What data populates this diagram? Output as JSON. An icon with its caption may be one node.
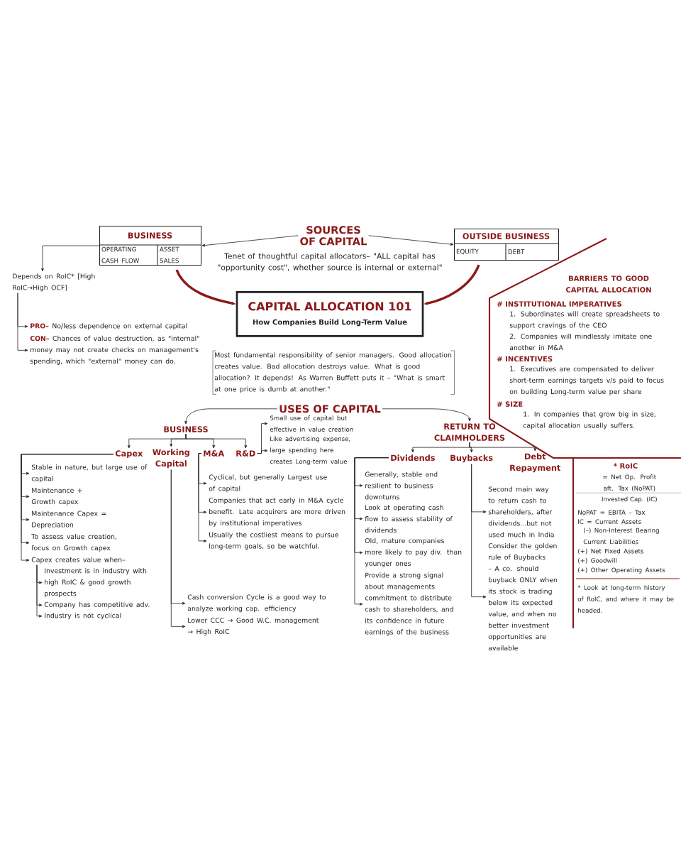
{
  "diagram": {
    "nodes": [
      {
        "text": [
          "SOURCES OF CAPITAL"
        ]
      },
      {
        "text": [
          "BUSINESS",
          "OPERATING CASH FLOW",
          "ASSET SALES"
        ]
      },
      {
        "text": [
          "OUTSIDE BUSINESS",
          "EQUITY",
          "DEBT"
        ]
      },
      {
        "text": [
          "CAPITAL ALLOCATION 101",
          "How Companies Build Long-Term Value"
        ]
      },
      {
        "text": [
          "Depends on RoIC* [High RoIC→High OCF]"
        ]
      },
      {
        "text": [
          "PRO–",
          "No/less dependence on external capital"
        ]
      },
      {
        "text": [
          "CON–",
          "Chances of value destruction, as \"internal\" money may not create checks on management's spending, which \"external\" money can do."
        ]
      },
      {
        "text": [
          "USES OF CAPITAL"
        ]
      },
      {
        "text": [
          "BUSINESS"
        ]
      },
      {
        "text": [
          "RETURN TO CLAIMHOLDERS"
        ]
      },
      {
        "text": [
          "Capex"
        ]
      },
      {
        "text": [
          "Working Capital"
        ]
      },
      {
        "text": [
          "M&A"
        ]
      },
      {
        "text": [
          "R&D"
        ]
      },
      {
        "text": [
          "Small use of capital but effective in value creation"
        ]
      },
      {
        "text": [
          "Like advertising expense, large spending here creates Long-term value"
        ]
      },
      {
        "text": [
          "Stable in nature, but large use of capital"
        ]
      },
      {
        "text": [
          "Maintenance + Growth capex"
        ]
      },
      {
        "text": [
          "Maintenance Capex ≃ Depreciation"
        ]
      },
      {
        "text": [
          "To assess value creation, focus on Growth capex"
        ]
      },
      {
        "text": [
          "Capex creates value when–"
        ]
      },
      {
        "text": [
          "Investment is in industry with high RoIC & good growth prospects"
        ]
      },
      {
        "text": [
          "Company has competitive adv."
        ]
      },
      {
        "text": [
          "Industry is not cyclical"
        ]
      },
      {
        "text": [
          "Cyclical, but generally Largest use of capital"
        ]
      },
      {
        "text": [
          "Companies that act early in M&A cycle benefit. Late acquirers are more driven by institutional imperatives"
        ]
      },
      {
        "text": [
          "Usually the costliest means to pursue long-term goals, so be watchful."
        ]
      },
      {
        "text": [
          "Cash conversion Cycle is a good way to analyze working cap. efficiency"
        ]
      },
      {
        "text": [
          "Lower CCC → Good W.C. management → High RoIC"
        ]
      },
      {
        "text": [
          "Dividends"
        ]
      },
      {
        "text": [
          "Buybacks"
        ]
      },
      {
        "text": [
          "Debt Repayment"
        ]
      },
      {
        "text": [
          "Generally, stable and resilient to business downturns"
        ]
      },
      {
        "text": [
          "Look at operating cash flow to assess stability of dividends"
        ]
      },
      {
        "text": [
          "Old, mature companies more likely to pay div. than younger ones"
        ]
      },
      {
        "text": [
          "Provide a strong signal about managements commitment to distribute cash to shareholders, and its confidence in future earnings of the business"
        ]
      },
      {
        "text": [
          "Second main way to return cash to shareholders, after dividends...but not used much in India"
        ]
      },
      {
        "text": [
          "Consider the golden rule of Buybacks – A co. should buyback ONLY when its stock is trading below its expected value, and when no better investment opportunities are available"
        ]
      }
    ],
    "edges": [
      {
        "from": 0,
        "to": 1,
        "arrow": "to"
      },
      {
        "from": 0,
        "to": 2,
        "arrow": "to"
      },
      {
        "from": 1,
        "to": 3,
        "arrow": "to",
        "style": "thick",
        "color": "#8b1a1a"
      },
      {
        "from": 2,
        "to": 3,
        "arrow": "to",
        "style": "thick",
        "color": "#8b1a1a"
      },
      {
        "from": 1,
        "to": 4,
        "arrow": "to"
      },
      {
        "from": 4,
        "to": 5,
        "arrow": "to"
      },
      {
        "from": 4,
        "to": 6,
        "arrow": "to"
      },
      {
        "from": 7,
        "to": 8,
        "arrow": "to"
      },
      {
        "from": 7,
        "to": 9,
        "arrow": "to"
      },
      {
        "from": 8,
        "to": 10,
        "arrow": "to"
      },
      {
        "from": 8,
        "to": 11,
        "arrow": "to"
      },
      {
        "from": 8,
        "to": 12,
        "arrow": "to"
      },
      {
        "from": 8,
        "to": 13,
        "arrow": "to"
      },
      {
        "from": 13,
        "to": 14,
        "arrow": "to"
      },
      {
        "from": 13,
        "to": 15,
        "arrow": "to"
      },
      {
        "from": 10,
        "to": 16,
        "arrow": "to"
      },
      {
        "from": 10,
        "to": 17,
        "arrow": "to"
      },
      {
        "from": 10,
        "to": 18,
        "arrow": "to"
      },
      {
        "from": 10,
        "to": 19,
        "arrow": "to"
      },
      {
        "from": 10,
        "to": 20,
        "arrow": "to"
      },
      {
        "from": 20,
        "to": 21,
        "arrow": "to"
      },
      {
        "from": 20,
        "to": 22,
        "arrow": "to"
      },
      {
        "from": 20,
        "to": 23,
        "arrow": "to"
      },
      {
        "from": 12,
        "to": 24,
        "arrow": "to"
      },
      {
        "from": 12,
        "to": 25,
        "arrow": "to"
      },
      {
        "from": 12,
        "to": 26,
        "arrow": "to"
      },
      {
        "from": 11,
        "to": 27,
        "arrow": "to"
      },
      {
        "from": 11,
        "to": 28,
        "arrow": "to"
      },
      {
        "from": 9,
        "to": 29,
        "arrow": "to"
      },
      {
        "from": 9,
        "to": 30,
        "arrow": "to"
      },
      {
        "from": 9,
        "to": 31,
        "arrow": "to"
      },
      {
        "from": 29,
        "to": 32,
        "arrow": "to"
      },
      {
        "from": 29,
        "to": 33,
        "arrow": "to"
      },
      {
        "from": 29,
        "to": 34,
        "arrow": "to"
      },
      {
        "from": 29,
        "to": 35,
        "arrow": "to"
      },
      {
        "from": 30,
        "to": 36,
        "arrow": "to"
      },
      {
        "from": 30,
        "to": 37,
        "arrow": "to"
      }
    ],
    "labels": [
      "Tenet of thoughtful capital allocators– \"ALL capital has \"opportunity cost\", whether source is internal or external\"",
      "Most fundamental responsibility of senior managers. Good allocation creates value. Bad allocation destroys value. What is good allocation? It depends! As Warren Buffett puts it – \"What is smart at one price is dumb at another.\"",
      "BARRIERS TO GOOD CAPITAL ALLOCATION",
      "# INSTITUTIONAL IMPERATIVES",
      "1. Subordinates will create spreadsheets to support cravings of the CEO",
      "2. Companies will mindlessly imitate one another in M&A",
      "# INCENTIVES",
      "1. Executives are compensated to deliver short-term earnings targets v/s paid to focus on building Long-term value per share",
      "# SIZE",
      "1. In companies that grow big in size, capital allocation usually suffers.",
      "* RoIC",
      "= Net Op. Profit aft. Tax (NoPAT)",
      "Invested Cap. (IC)",
      "NoPAT = EBITA – Tax",
      "IC = Current Assets",
      "(–) Non-Interest Bearing Current Liabilities",
      "(+) Net Fixed Assets",
      "(+) Goodwill",
      "(+) Other Operating Assets",
      "* Look at long-term history of RoIC, and where it may be headed."
    ]
  }
}
